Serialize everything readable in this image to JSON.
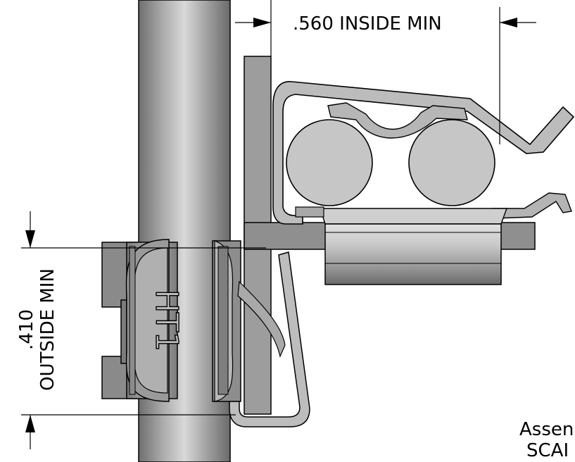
{
  "dimensions": {
    "inside": ".560 INSIDE MIN",
    "outside_value": ".410",
    "outside_label": "OUTSIDE MIN"
  },
  "part_marking": "HT1",
  "note": {
    "line1": "Assen",
    "line2": "SCAI"
  },
  "colors": {
    "pipe": "#9b9b9b",
    "clip": "#8e8e8e",
    "roll": "#c4c4c4",
    "bracket": "#a0a0a0"
  }
}
